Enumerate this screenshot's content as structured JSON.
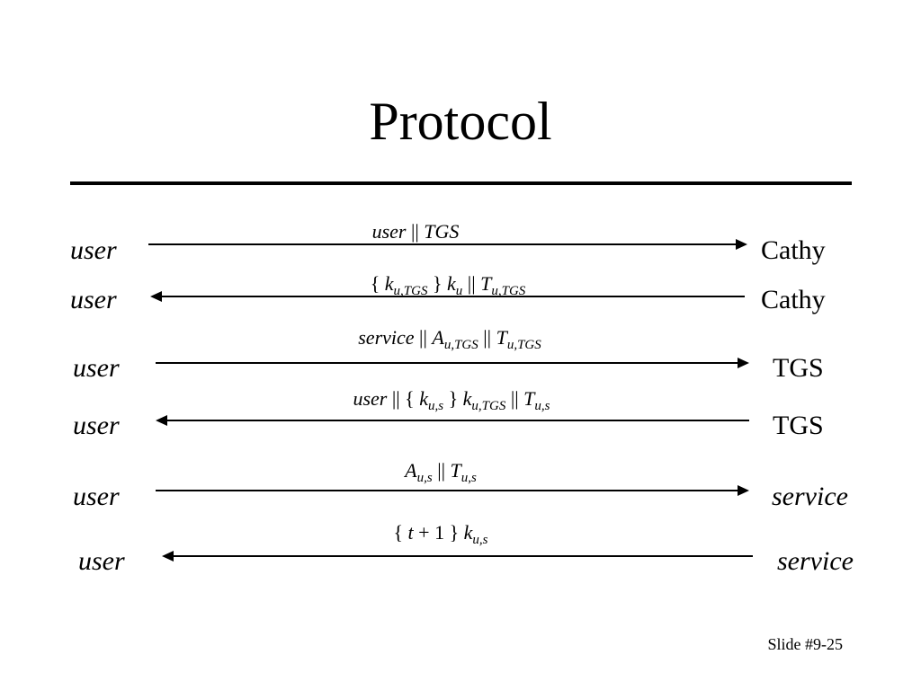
{
  "title": "Protocol",
  "slide_number": "Slide #9-25",
  "rows": [
    {
      "left": "user",
      "right": "Cathy",
      "direction": "right"
    },
    {
      "left": "user",
      "right": "Cathy",
      "direction": "left"
    },
    {
      "left": "user",
      "right": "TGS",
      "direction": "right"
    },
    {
      "left": "user",
      "right": "TGS",
      "direction": "left"
    },
    {
      "left": "user",
      "right": "service",
      "direction": "right"
    },
    {
      "left": "user",
      "right": "service",
      "direction": "left"
    }
  ],
  "messages": [
    {
      "parts": [
        {
          "t": "user",
          "i": true
        },
        {
          "t": " || "
        },
        {
          "t": "TGS",
          "i": true
        }
      ]
    },
    {
      "parts": [
        {
          "t": "{ "
        },
        {
          "t": "k",
          "i": true
        },
        {
          "t": "u,TGS",
          "sub": true
        },
        {
          "t": " } "
        },
        {
          "t": "k",
          "i": true
        },
        {
          "t": "u",
          "sub": true
        },
        {
          "t": " || "
        },
        {
          "t": "T",
          "i": true
        },
        {
          "t": "u,TGS",
          "sub": true
        }
      ]
    },
    {
      "parts": [
        {
          "t": "service",
          "i": true
        },
        {
          "t": " || "
        },
        {
          "t": "A",
          "i": true
        },
        {
          "t": "u,TGS",
          "sub": true
        },
        {
          "t": " || "
        },
        {
          "t": "T",
          "i": true
        },
        {
          "t": "u,TGS",
          "sub": true
        }
      ]
    },
    {
      "parts": [
        {
          "t": "user",
          "i": true
        },
        {
          "t": " || { "
        },
        {
          "t": "k",
          "i": true
        },
        {
          "t": "u,s",
          "sub": true
        },
        {
          "t": " } "
        },
        {
          "t": "k",
          "i": true
        },
        {
          "t": "u,TGS",
          "sub": true
        },
        {
          "t": " || "
        },
        {
          "t": "T",
          "i": true
        },
        {
          "t": "u,s",
          "sub": true
        }
      ]
    },
    {
      "parts": [
        {
          "t": "A",
          "i": true
        },
        {
          "t": "u,s",
          "sub": true
        },
        {
          "t": " || "
        },
        {
          "t": "T",
          "i": true
        },
        {
          "t": "u,s",
          "sub": true
        }
      ]
    },
    {
      "parts": [
        {
          "t": "{ "
        },
        {
          "t": "t",
          "i": true
        },
        {
          "t": " + 1 } "
        },
        {
          "t": "k",
          "i": true
        },
        {
          "t": "u,s",
          "sub": true
        }
      ]
    }
  ]
}
